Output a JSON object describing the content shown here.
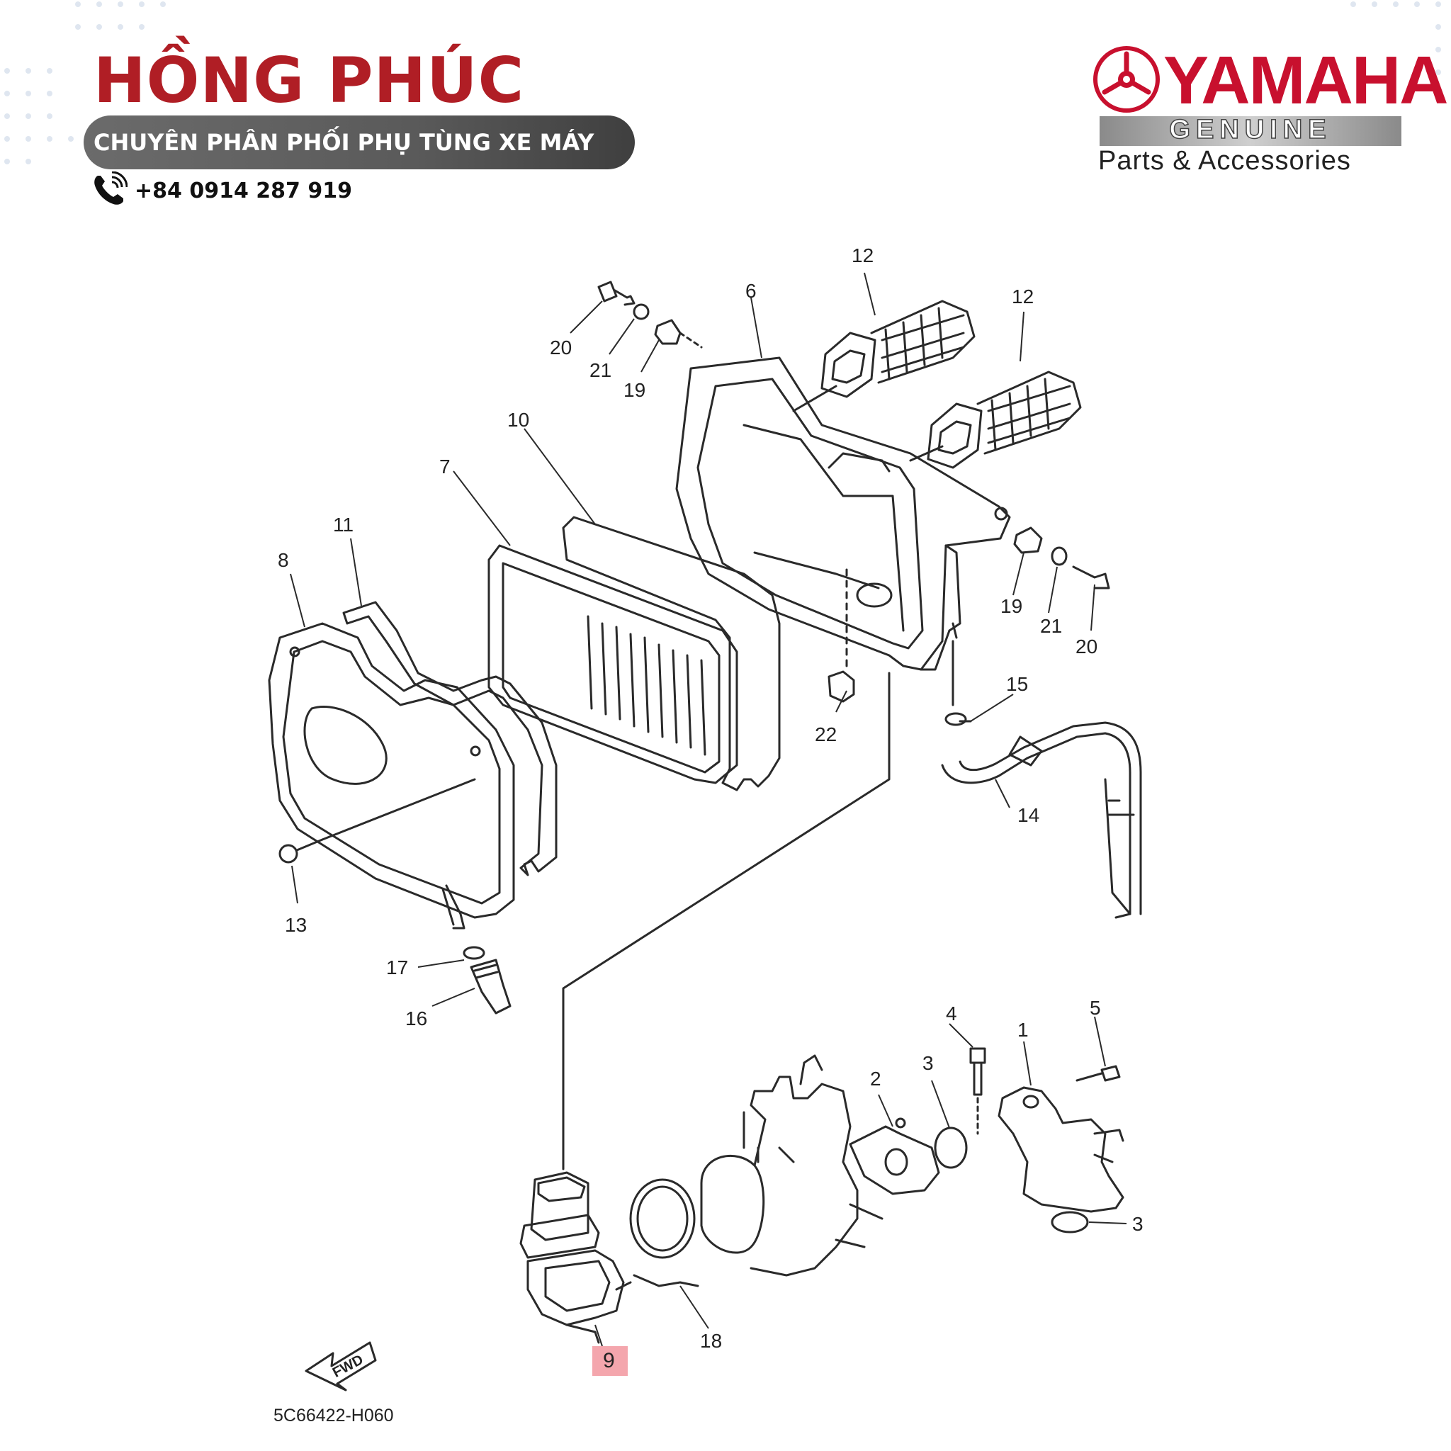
{
  "header": {
    "brand": "HỒNG PHÚC",
    "tagline": "CHUYÊN PHÂN PHỐI PHỤ TÙNG XE MÁY",
    "phone": "+84 0914 287 919",
    "phone_icon": "phone-icon"
  },
  "logo": {
    "word": "YAMAHA",
    "genuine": "GENUINE",
    "subtitle": "Parts & Accessories",
    "emblem_icon": "yamaha-tuning-fork-emblem"
  },
  "diagram": {
    "part_labels": [
      "1",
      "2",
      "3",
      "3",
      "4",
      "5",
      "6",
      "7",
      "8",
      "9",
      "10",
      "11",
      "12",
      "12",
      "13",
      "14",
      "15",
      "16",
      "17",
      "18",
      "19",
      "19",
      "20",
      "20",
      "21",
      "21",
      "22"
    ],
    "highlighted_part": "9",
    "fwd_label": "FWD",
    "reference_code": "5C66422-H060"
  },
  "colors": {
    "brand_red": "#b01e25",
    "yamaha_red": "#c8102e",
    "highlight_pink": "#f4a6ad",
    "tagline_bar": "#5a5a5a"
  }
}
